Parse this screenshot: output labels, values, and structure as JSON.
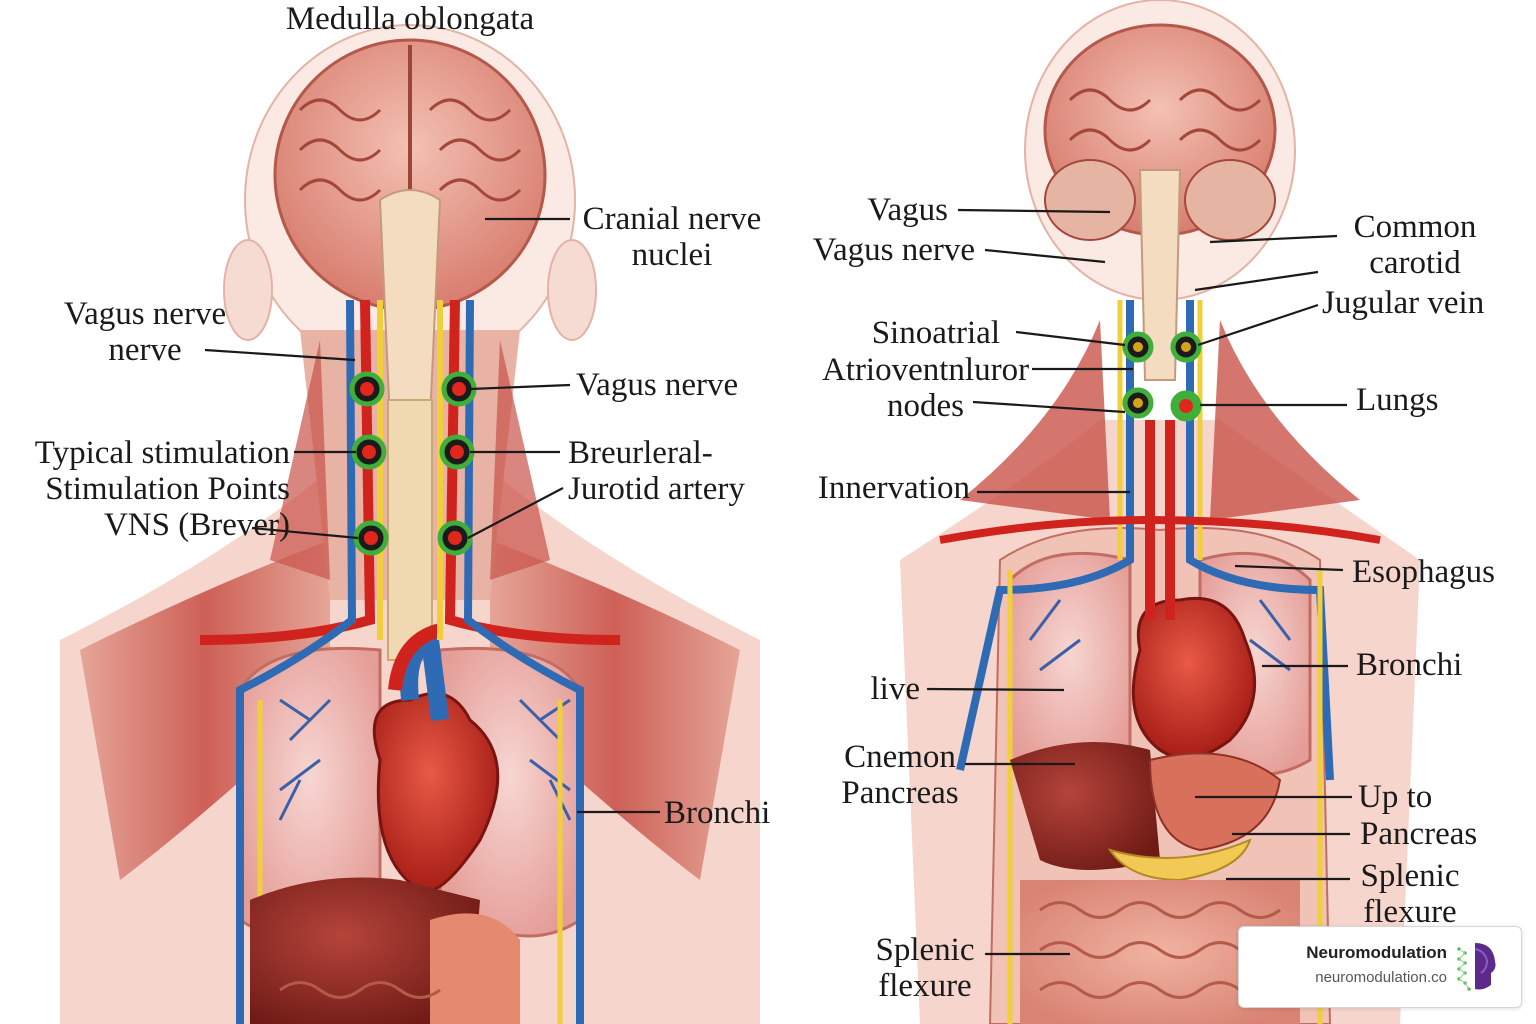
{
  "left_panel": {
    "labels": {
      "medulla": "Medulla oblongata",
      "cranial": "Cranial nerve\nnuclei",
      "vagus_nerve_nerve": "Vagus nerve\nnerve",
      "vagus_nerve_right": "Vagus nerve",
      "typical": "Typical stimulation\nStimulation Points\nVNS (Brever)",
      "breurleral": "Breurleral-\nJurotid artery",
      "bronchi": "Bronchi"
    },
    "stimulation_point_count": 6
  },
  "right_panel": {
    "labels": {
      "vagus": "Vagus",
      "vagus_nerve": "Vagus nerve",
      "common_carotid": "Common\ncarotid",
      "jugular": "Jugular vein",
      "sinoatrial": "Sinoatrial",
      "atrioventnluror": "Atrioventnluror\nnodes",
      "lungs": "Lungs",
      "innervation": "Innervation",
      "esophagus": "Esophagus",
      "bronchi": "Bronchi",
      "live": "live",
      "cnemon": "Cnemon\nPancreas",
      "up_to": "Up to",
      "pancreas": "Pancreas",
      "splenic_right": "Splenic\nflexure",
      "splenic_left": "Splenic\nflexure"
    },
    "stimulation_point_count": 4
  },
  "brand": {
    "name": "Neuromodulation",
    "url": "neuromodulation.co"
  },
  "colors": {
    "tissue": "#e8a79a",
    "muscle": "#c9534a",
    "artery": "#d1231d",
    "vein": "#2f6bb5",
    "nerve": "#f0cf3a",
    "stim_ring": "#3fae3a",
    "stim_core": "#e1261b"
  }
}
